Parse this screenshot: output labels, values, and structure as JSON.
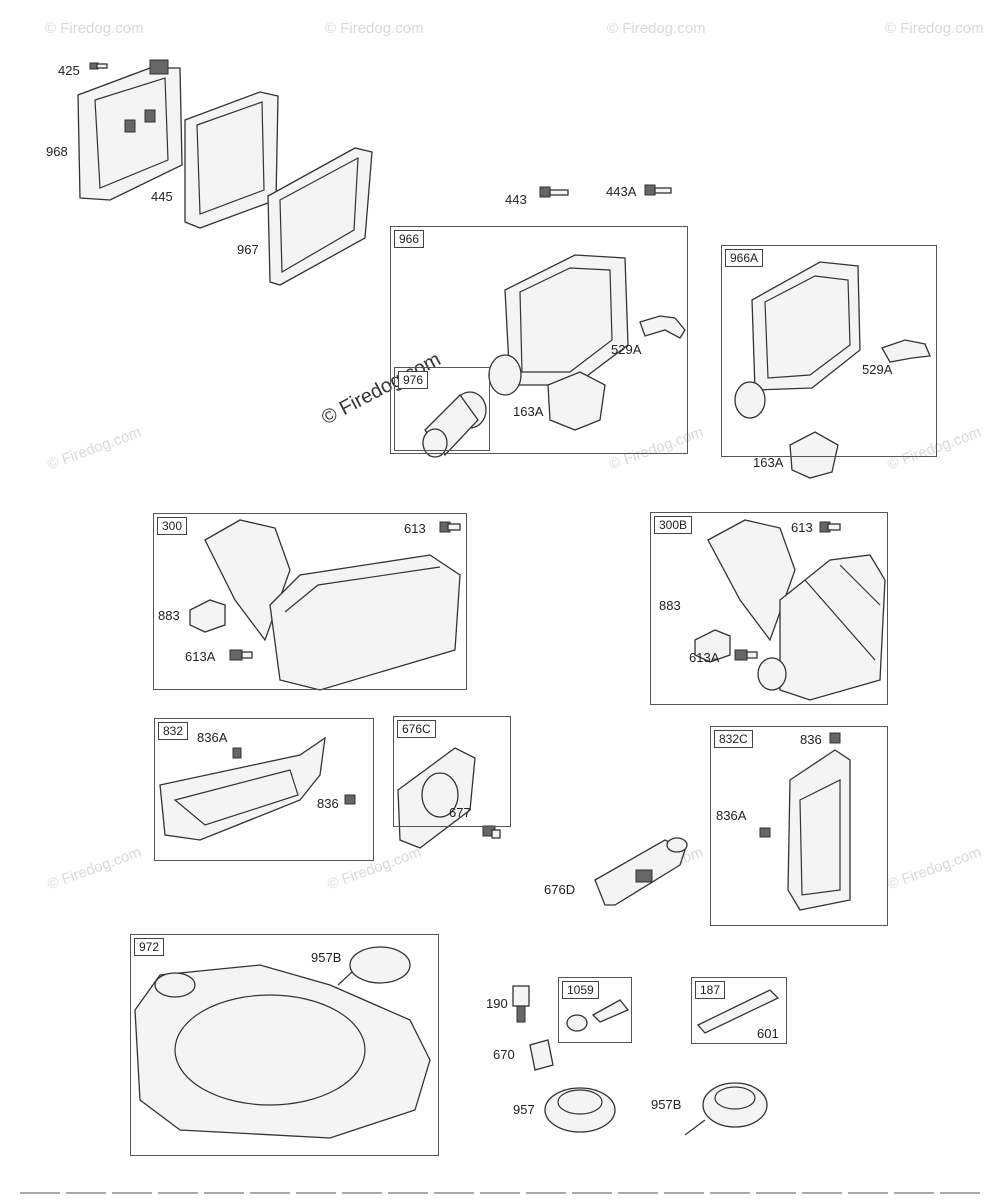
{
  "watermark": {
    "text": "© Firedog.com",
    "main_text": "© Firedog.com"
  },
  "boxes": {
    "b966": "966",
    "b976": "976",
    "b966A": "966A",
    "b300": "300",
    "b300B": "300B",
    "b832": "832",
    "b676C": "676C",
    "b832C": "832C",
    "b972": "972",
    "b1059": "1059",
    "b187": "187"
  },
  "labels": {
    "l425": "425",
    "l968": "968",
    "l445": "445",
    "l967": "967",
    "l443": "443",
    "l443A": "443A",
    "l529A_1": "529A",
    "l163A_1": "163A",
    "l529A_2": "529A",
    "l163A_2": "163A",
    "l613_1": "613",
    "l883_1": "883",
    "l613A_1": "613A",
    "l613_2": "613",
    "l883_2": "883",
    "l613A_2": "613A",
    "l836A_1": "836A",
    "l836_1": "836",
    "l677": "677",
    "l836_2": "836",
    "l836A_2": "836A",
    "l676D": "676D",
    "l957B_1": "957B",
    "l190": "190",
    "l670": "670",
    "l601": "601",
    "l957": "957",
    "l957B_2": "957B"
  },
  "colors": {
    "line": "#333333",
    "watermark": "#d9d9d9"
  }
}
